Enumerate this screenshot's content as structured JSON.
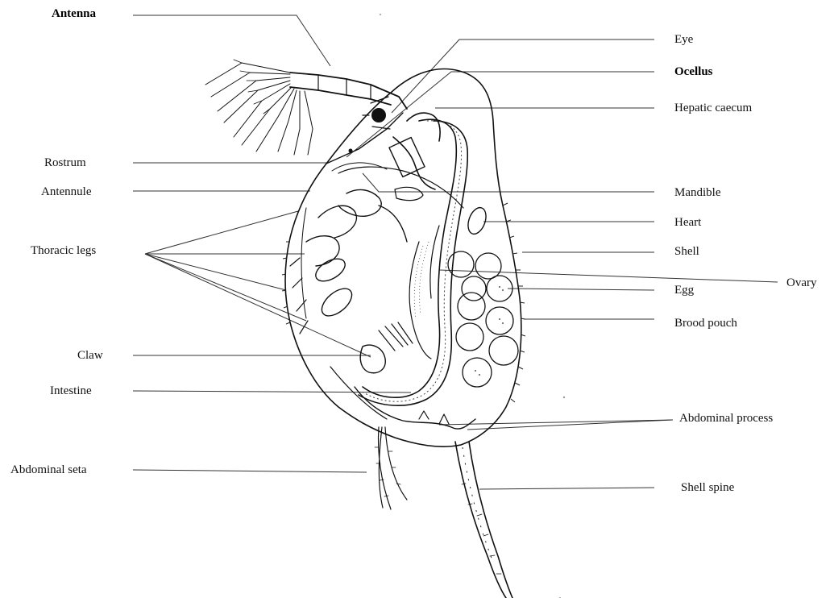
{
  "labels": {
    "antenna": "Antenna",
    "eye": "Eye",
    "ocellus": "Ocellus",
    "hepatic_caecum": "Hepatic caecum",
    "rostrum": "Rostrum",
    "antennule": "Antennule",
    "mandible": "Mandible",
    "heart": "Heart",
    "thoracic_legs": "Thoracic legs",
    "shell": "Shell",
    "ovary": "Ovary",
    "egg": "Egg",
    "brood_pouch": "Brood pouch",
    "claw": "Claw",
    "intestine": "Intestine",
    "abdominal_process": "Abdominal process",
    "abdominal_seta": "Abdominal seta",
    "shell_spine": "Shell spine"
  },
  "colors": {
    "ink": "#111111",
    "background": "#ffffff"
  }
}
